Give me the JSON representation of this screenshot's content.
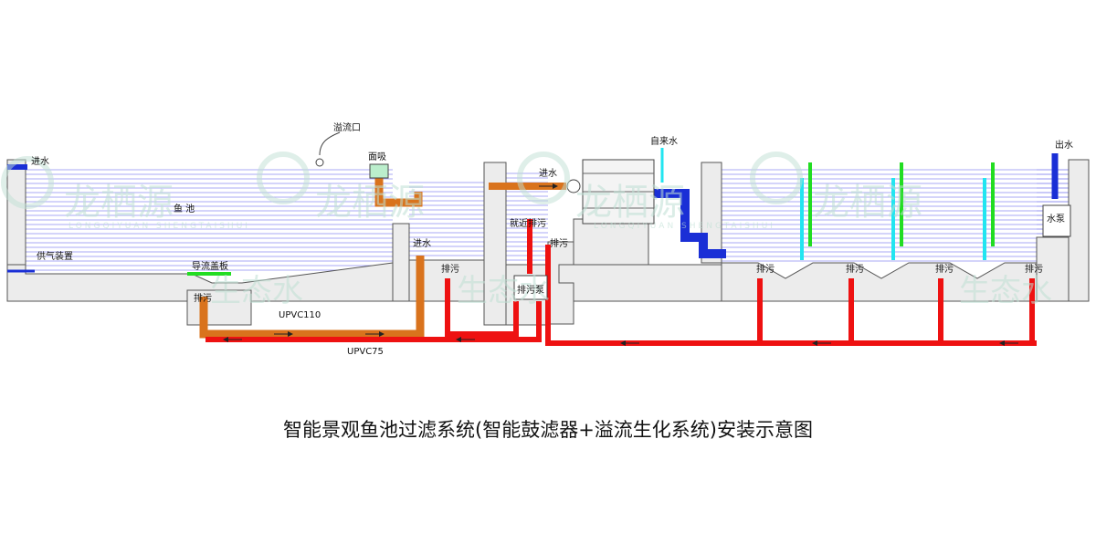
{
  "labels": {
    "inlet_left": "进水",
    "overflow": "溢流口",
    "surface_skimmer": "面吸",
    "fish_pond": "鱼 池",
    "aeration": "供气装置",
    "guide_plate": "导流盖板",
    "drain_bottom": "排污",
    "inlet_mid": "进水",
    "drain_mid": "排污",
    "pipe_110": "UPVC110",
    "pipe_75": "UPVC75",
    "inlet_filter": "进水",
    "nearby_drain": "就近排污",
    "drain_pump": "排污泵",
    "drain_filter": "排污",
    "tap_water": "自来水",
    "drain_bio_1": "排污",
    "drain_bio_2": "排污",
    "drain_bio_3": "排污",
    "drain_bio_4": "排污",
    "outlet": "出水",
    "water_pump": "水泵"
  },
  "caption": "智能景观鱼池过滤系统(智能鼓滤器+溢流生化系统)安装示意图",
  "watermark": {
    "cn": "龙栖源",
    "cn2": "生态水",
    "en": "LONGQIYUAN SHENGTAISHUI"
  },
  "colors": {
    "water_line": "#8c8cf0",
    "concrete": "#ececec",
    "orange_pipe": "#d9731d",
    "red_pipe": "#ee1111",
    "blue_pipe": "#1a2fd6",
    "green_media": "#22dd22",
    "cyan_media": "#22e5f0"
  }
}
